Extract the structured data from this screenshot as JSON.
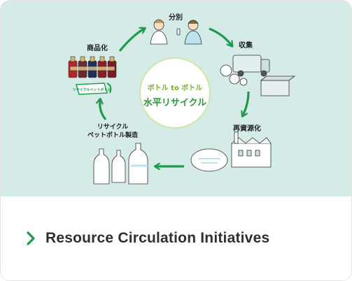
{
  "diagram": {
    "center_top": "ボトル to ボトル",
    "center_main": "水平リサイクル",
    "steps": {
      "sort": "分別",
      "collect": "収集",
      "recycle": "再資源化",
      "manufacture_line1": "リサイクル",
      "manufacture_line2": "ペットボトル製造",
      "commercialize": "商品化"
    },
    "badge_text": "リサイクルペットボトル",
    "colors": {
      "background": "#d5ebe8",
      "arrow": "#1f9a4a",
      "center_text_green": "#2a9a3a",
      "center_top_text": "#7fae2e"
    }
  },
  "footer": {
    "title": "Resource Circulation Initiatives",
    "chevron_icon": "chevron-right-icon",
    "accent": "#1f9a4a"
  }
}
